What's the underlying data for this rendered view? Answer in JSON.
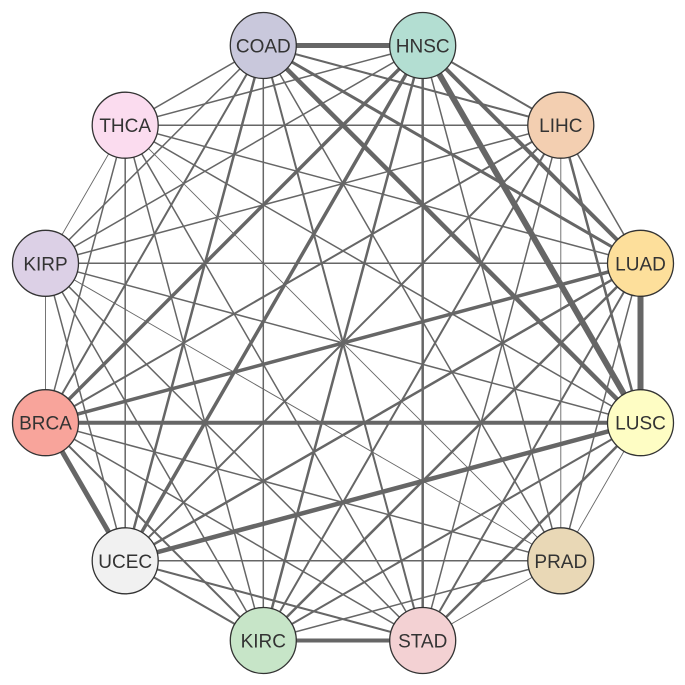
{
  "nodes": [
    {
      "id": "COAD",
      "label": "COAD",
      "color": "#c9c8dc"
    },
    {
      "id": "HNSC",
      "label": "HNSC",
      "color": "#b3ded2"
    },
    {
      "id": "LIHC",
      "label": "LIHC",
      "color": "#f3cfb1"
    },
    {
      "id": "LUAD",
      "label": "LUAD",
      "color": "#fddf9b"
    },
    {
      "id": "LUSC",
      "label": "LUSC",
      "color": "#fefdc4"
    },
    {
      "id": "PRAD",
      "label": "PRAD",
      "color": "#e9d8b6"
    },
    {
      "id": "STAD",
      "label": "STAD",
      "color": "#f3d1d3"
    },
    {
      "id": "KIRC",
      "label": "KIRC",
      "color": "#c7e5c8"
    },
    {
      "id": "UCEC",
      "label": "UCEC",
      "color": "#f1f1f1"
    },
    {
      "id": "BRCA",
      "label": "BRCA",
      "color": "#f8a49b"
    },
    {
      "id": "KIRP",
      "label": "KIRP",
      "color": "#dcd0e6"
    },
    {
      "id": "THCA",
      "label": "THCA",
      "color": "#fbdcef"
    }
  ],
  "edge_color": "#666666",
  "node_stroke": "#333333",
  "default_weight": 1.5,
  "weights": {
    "COAD-HNSC": 5,
    "COAD-LUSC": 4.5,
    "COAD-LUAD": 3,
    "COAD-UCEC": 2.5,
    "COAD-BRCA": 2,
    "COAD-STAD": 2,
    "COAD-LIHC": 2,
    "HNSC-LUSC": 6,
    "HNSC-LUAD": 4,
    "HNSC-UCEC": 3.5,
    "HNSC-BRCA": 3.5,
    "HNSC-KIRC": 2.5,
    "HNSC-STAD": 2.5,
    "HNSC-LIHC": 2,
    "LIHC-LUSC": 2.5,
    "LIHC-BRCA": 2,
    "LIHC-UCEC": 2,
    "LIHC-KIRC": 2,
    "LUAD-LUSC": 6,
    "LUAD-BRCA": 3.5,
    "LUAD-UCEC": 2.5,
    "LUAD-KIRC": 2.5,
    "LUAD-STAD": 2,
    "LUSC-BRCA": 4,
    "LUSC-UCEC": 4.5,
    "LUSC-STAD": 2.5,
    "LUSC-KIRC": 2,
    "BRCA-UCEC": 5,
    "BRCA-KIRC": 2,
    "KIRC-STAD": 4,
    "KIRC-UCEC": 2,
    "STAD-UCEC": 2
  },
  "thin_weight": 0.9,
  "thin_edges": [
    "PRAD-THCA",
    "PRAD-KIRP",
    "KIRP-THCA",
    "PRAD-LIHC",
    "LUSC-PRAD",
    "KIRP-BRCA",
    "PRAD-STAD"
  ]
}
